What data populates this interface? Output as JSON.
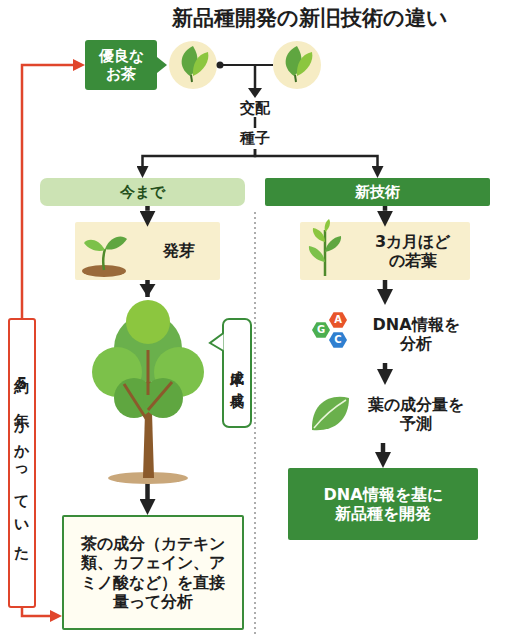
{
  "diagram": {
    "title": "新品種開発の新旧技術の違い",
    "nodes": [
      {
        "text": [
          "優良なお茶"
        ]
      },
      {
        "text": [
          "種子"
        ]
      },
      {
        "text": [
          "今まで"
        ]
      },
      {
        "text": [
          "発芽"
        ]
      },
      {
        "text": [
          "成木に成長"
        ]
      },
      {
        "text": [
          "茶の成分（カテキン類、カフェイン、アミノ酸など）を直接量って分析"
        ]
      },
      {
        "text": [
          "新技術"
        ]
      },
      {
        "text": [
          "3カ月ほどの若葉"
        ]
      },
      {
        "text": [
          "DNA情報を分析"
        ]
      },
      {
        "text": [
          "葉の成分量を予測"
        ]
      },
      {
        "text": [
          "DNA情報を基に新品種を開発"
        ]
      },
      {
        "text": [
          "約5年かかっていた"
        ]
      }
    ],
    "edges": [
      {
        "from": 1,
        "to": 2,
        "arrow": "to"
      },
      {
        "from": 1,
        "to": 6,
        "arrow": "to"
      },
      {
        "from": 2,
        "to": 3,
        "arrow": "to"
      },
      {
        "from": 3,
        "to": 5,
        "arrow": "to"
      },
      {
        "from": 6,
        "to": 7,
        "arrow": "to"
      },
      {
        "from": 7,
        "to": 8,
        "arrow": "to"
      },
      {
        "from": 8,
        "to": 9,
        "arrow": "to"
      },
      {
        "from": 9,
        "to": 10,
        "arrow": "to"
      },
      {
        "from": 11,
        "to": 0,
        "arrow": "to"
      },
      {
        "from": 11,
        "to": 5,
        "arrow": "to"
      }
    ],
    "labels": [
      "交配",
      "G",
      "A",
      "C"
    ]
  }
}
